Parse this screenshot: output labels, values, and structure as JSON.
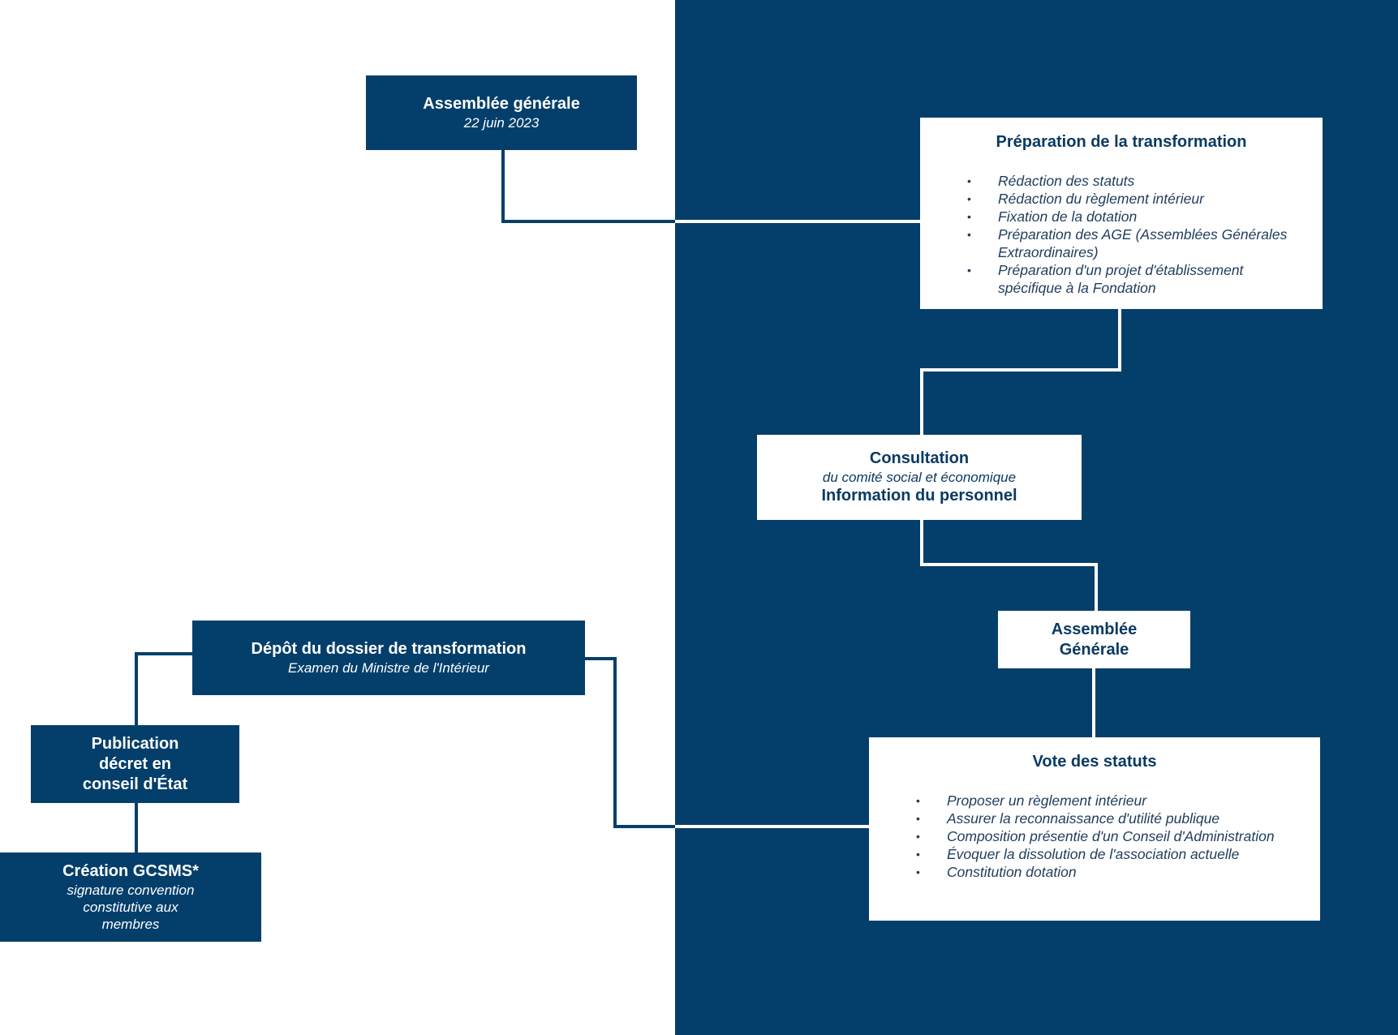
{
  "colors": {
    "navy": "#043f6b",
    "white": "#ffffff",
    "text_dark": "#0a3a62"
  },
  "boxes": {
    "ag_2023": {
      "title": "Assemblée générale",
      "subtitle": "22 juin 2023"
    },
    "preparation": {
      "title": "Préparation de la transformation",
      "items": [
        "Rédaction des statuts",
        "Rédaction du règlement intérieur",
        "Fixation de la dotation",
        "Préparation des AGE (Assemblées Générales Extraordinaires)",
        "Préparation d'un projet d'établissement spécifique à la Fondation"
      ]
    },
    "consultation": {
      "title": "Consultation",
      "subtitle": "du comité social et économique",
      "title2": "Information du personnel"
    },
    "ag_generale": {
      "line1": "Assemblée",
      "line2": "Générale"
    },
    "vote": {
      "title": "Vote des statuts",
      "items": [
        "Proposer un règlement intérieur",
        "Assurer la reconnaissance d'utilité publique",
        "Composition présentie d'un Conseil d'Administration",
        "Évoquer la dissolution de l'association actuelle",
        "Constitution dotation"
      ]
    },
    "depot": {
      "title": "Dépôt  du dossier de transformation",
      "subtitle": "Examen du Ministre de l'Intérieur"
    },
    "publication": {
      "line1": "Publication",
      "line2": "décret en",
      "line3": "conseil d'État"
    },
    "creation": {
      "title": "Création GCSMS*",
      "sub1": "signature convention",
      "sub2": "constitutive aux",
      "sub3": "membres"
    }
  },
  "bullet_glyph": "•"
}
